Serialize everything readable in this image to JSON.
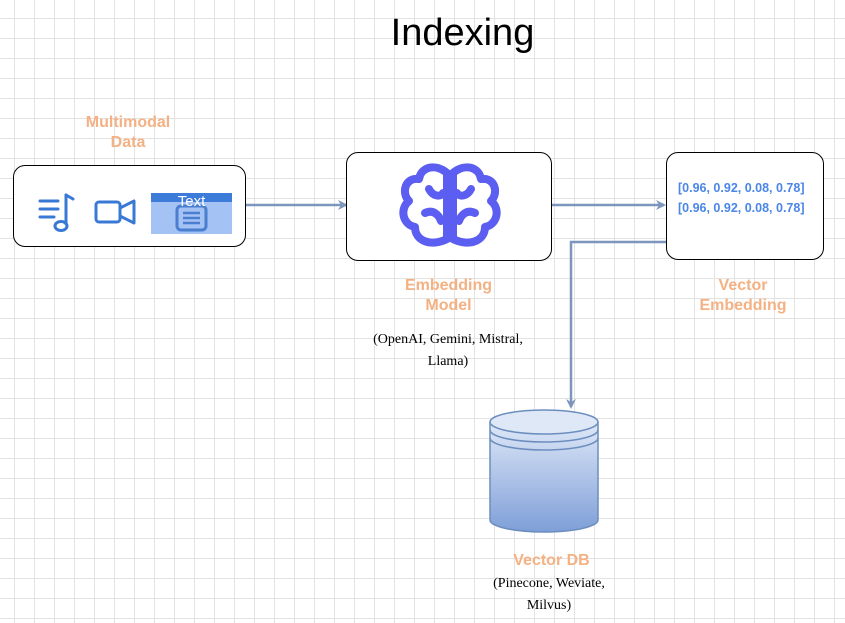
{
  "title": "Indexing",
  "nodes": {
    "multimodal_data": {
      "label": "Multimodal Data",
      "icons": [
        "audio-list-icon",
        "video-camera-icon",
        "text-document-icon"
      ],
      "text_icon_label": "Text"
    },
    "embedding_model": {
      "label": "Embedding Model",
      "note": "(OpenAI, Gemini, Mistral, Llama)",
      "icon": "brain-icon"
    },
    "vector_embedding": {
      "label": "Vector Embedding",
      "vectors": [
        "[0.96, 0.92, 0.08, 0.78]",
        "[0.96, 0.92, 0.08, 0.78]"
      ]
    },
    "vector_db": {
      "label": "Vector DB",
      "note": "(Pinecone, Weviate, Milvus)",
      "icon": "database-cylinder-icon"
    }
  },
  "edges": [
    {
      "from": "multimodal_data",
      "to": "embedding_model"
    },
    {
      "from": "embedding_model",
      "to": "vector_embedding"
    },
    {
      "from": "vector_embedding",
      "to": "vector_db"
    }
  ],
  "colors": {
    "label": "#f4b183",
    "icon_blue": "#3a78d6",
    "brain": "#5b5ef0",
    "vector_text": "#4a86e8",
    "arrow": "#7d96bd",
    "db_top": "#dfe8f7",
    "db_bottom": "#7e9fd8"
  }
}
